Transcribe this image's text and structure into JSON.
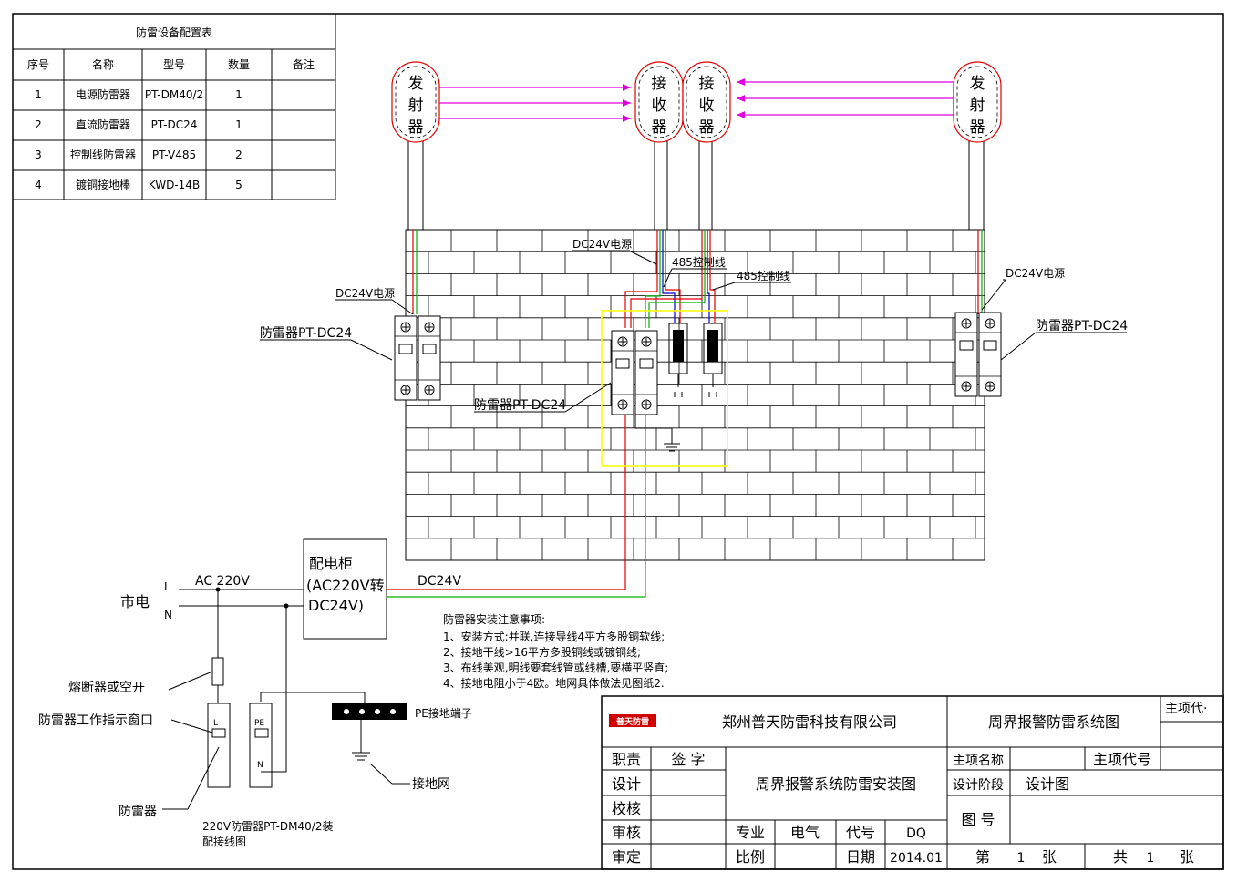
{
  "equipment_table": {
    "title": "防雷设备配置表",
    "headers": [
      "序号",
      "名称",
      "型号",
      "数量",
      "备注"
    ],
    "rows": [
      {
        "no": "1",
        "name": "电源防雷器",
        "model": "PT-DM40/2",
        "qty": "1",
        "remark": ""
      },
      {
        "no": "2",
        "name": "直流防雷器",
        "model": "PT-DC24",
        "qty": "1",
        "remark": ""
      },
      {
        "no": "3",
        "name": "控制线防雷器",
        "model": "PT-V485",
        "qty": "2",
        "remark": ""
      },
      {
        "no": "4",
        "name": "镀铜接地棒",
        "model": "KWD-14B",
        "qty": "5",
        "remark": ""
      }
    ]
  },
  "devices": {
    "tx_left": [
      "发",
      "射",
      "器"
    ],
    "rx_left": [
      "接",
      "收",
      "器"
    ],
    "rx_right": [
      "接",
      "收",
      "器"
    ],
    "tx_right": [
      "发",
      "射",
      "器"
    ]
  },
  "labels": {
    "dc24_power_left": "DC24V电源",
    "dc24_power_mid": "DC24V电源",
    "dc24_power_right": "DC24V电源",
    "ctrl_485_a": "485控制线",
    "ctrl_485_b": "485控制线",
    "arrester_left": "防雷器PT-DC24",
    "arrester_mid": "防雷器PT-DC24",
    "arrester_right": "防雷器PT-DC24",
    "cabinet_line1": "配电柜",
    "cabinet_line2": "(AC220V转",
    "cabinet_line3": "DC24V)",
    "ac_220": "AC 220V",
    "dc24v": "DC24V",
    "mains": "市电",
    "line_L": "L",
    "line_N": "N",
    "fuse": "熔断器或空开",
    "indicator": "防雷器工作指示窗口",
    "arrester": "防雷器",
    "pe_terminal": "PE接地端子",
    "ground_net": "接地网",
    "spd_caption_1": "220V防雷器PT-DM40/2装",
    "spd_caption_2": "配接线图",
    "spd_L": "L",
    "spd_PE": "PE",
    "spd_N": "N"
  },
  "notes": {
    "title": "防雷器安装注意事项:",
    "items": [
      "1、安装方式:并联,连接导线4平方多股铜软线;",
      "2、接地干线>16平方多股铜线或镀铜线;",
      "3、布线美观,明线要套线管或线槽,要横平竖直;",
      "4、接地电阻小于4欧。地网具体做法见图纸2."
    ]
  },
  "title_block": {
    "logo": "普天防雷",
    "company": "郑州普天防雷科技有限公司",
    "drawing_title": "周界报警防雷系统图",
    "main_code_top": "主项代·",
    "role_header": "职责",
    "sign_header": "签  字",
    "roles": [
      "设计",
      "校核",
      "审核",
      "审定"
    ],
    "install_title": "周界报警系统防雷安装图",
    "main_name_label": "主项名称",
    "main_code_label": "主项代号",
    "design_stage_label": "设计阶段",
    "design_stage_value": "设计图",
    "drawing_no_label": "图  号",
    "major_label": "专业",
    "major_value": "电气",
    "code_label": "代号",
    "code_value": "DQ",
    "scale_label": "比例",
    "date_label": "日期",
    "date_value": "2014.01",
    "sheet_prefix": "第",
    "sheet_no": "1",
    "sheet_unit": "张",
    "total_prefix": "共",
    "total_no": "1",
    "total_unit": "张"
  },
  "colors": {
    "red": "#e00000",
    "green": "#00b000",
    "blue": "#0000d0",
    "magenta": "#e000e0",
    "yellow": "#ffff00",
    "device_border": "#e00000",
    "logo": "#d00000"
  }
}
